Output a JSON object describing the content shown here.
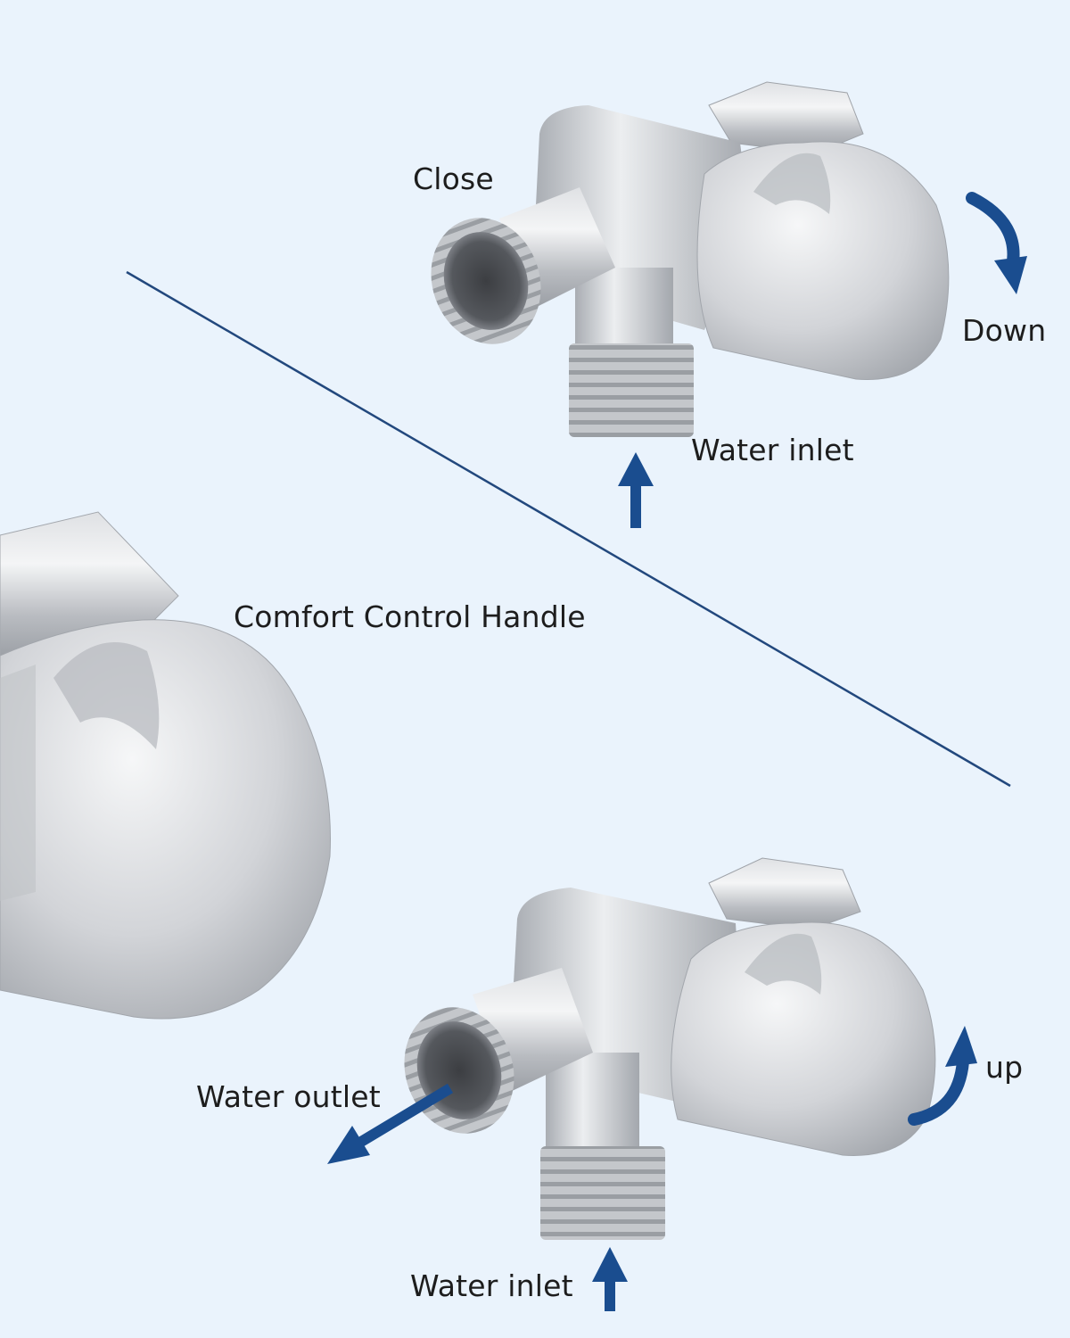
{
  "labels": {
    "close": "Close",
    "down": "Down",
    "water_inlet_top": "Water inlet",
    "comfort_handle": "Comfort Control Handle",
    "water_outlet": "Water outlet",
    "up": "up",
    "water_inlet_bottom": "Water inlet"
  },
  "colors": {
    "background": "#eaf3fc",
    "arrow": "#1a4d8f",
    "divider": "#22487d",
    "metal": "#c9cbcf"
  }
}
